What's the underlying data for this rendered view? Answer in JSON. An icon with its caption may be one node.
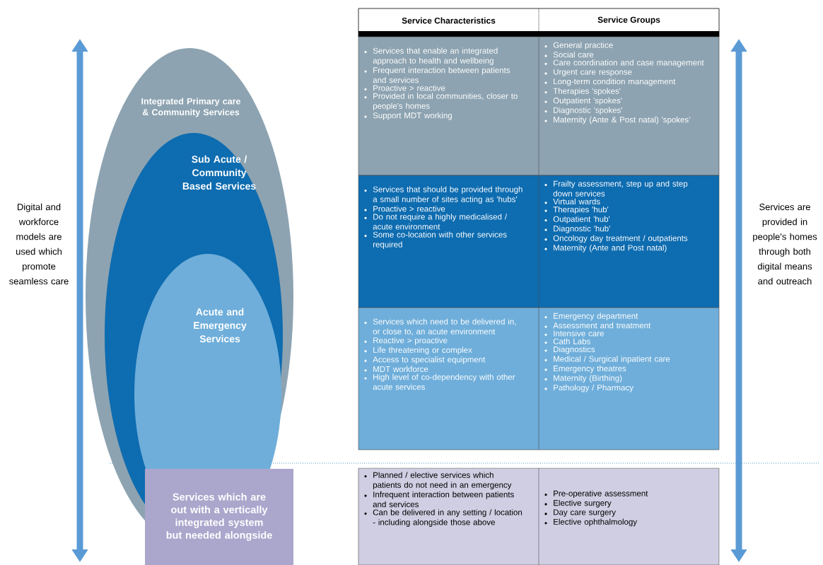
{
  "diagram": {
    "nodes": [
      {
        "text": [
          "Integrated Primary care & Community Services"
        ]
      },
      {
        "text": [
          "Sub Acute / Community Based Services"
        ],
        "in": 0
      },
      {
        "text": [
          "Acute and Emergency Services"
        ],
        "in": 1
      },
      {
        "text": [
          "Services which are out with a vertically integrated system but needed alongside"
        ]
      }
    ],
    "labels": [
      "Service Characteristics",
      "Service Groups",
      "Services that enable an integrated approach to health and wellbeing",
      "Frequent interaction between patients and services",
      "Proactive > reactive",
      "Provided in local communities, closer to people's homes",
      "Support MDT working",
      "General practice",
      "Social care",
      "Care coordination and case management",
      "Urgent care response",
      "Long-term condition management",
      "Therapies 'spokes'",
      "Outpatient 'spokes'",
      "Diagnostic 'spokes'",
      "Maternity (Ante & Post natal) 'spokes'",
      "Services that should be provided through a small number of sites acting as 'hubs'",
      "Proactive > reactive",
      "Do not require a highly medicalised / acute environment",
      "Some co-location with other services required",
      "Frailty assessment, step up and step down services",
      "Virtual wards",
      "Therapies 'hub'",
      "Outpatient 'hub'",
      "Diagnostic 'hub'",
      "Oncology day treatment / outpatients",
      "Maternity (Ante and Post natal)",
      "Digital and workforce models are used which promote seamless care",
      "Services are provided in people's homes through both digital means and outreach",
      "Services which need to be delivered in, or close to, an acute environment",
      "Reactive > proactive",
      "Life threatening or complex",
      "Access to specialist equipment",
      "MDT workforce",
      "High level of co-dependency with other acute services",
      "Emergency department",
      "Assessment and treatment",
      "Intensive care",
      "Cath Labs",
      "Diagnostics",
      "Medical / Surgical inpatient care",
      "Emergency theatres",
      "Maternity (Birthing)",
      "Pathology / Pharmacy",
      "Planned / elective services which patients do not need in an emergency",
      "Infrequent interaction between patients and services",
      "Can be delivered in any setting / location - including alongside those above",
      "Pre-operative assessment",
      "Elective surgery",
      "Day care surgery",
      "Elective ophthalmology"
    ]
  }
}
